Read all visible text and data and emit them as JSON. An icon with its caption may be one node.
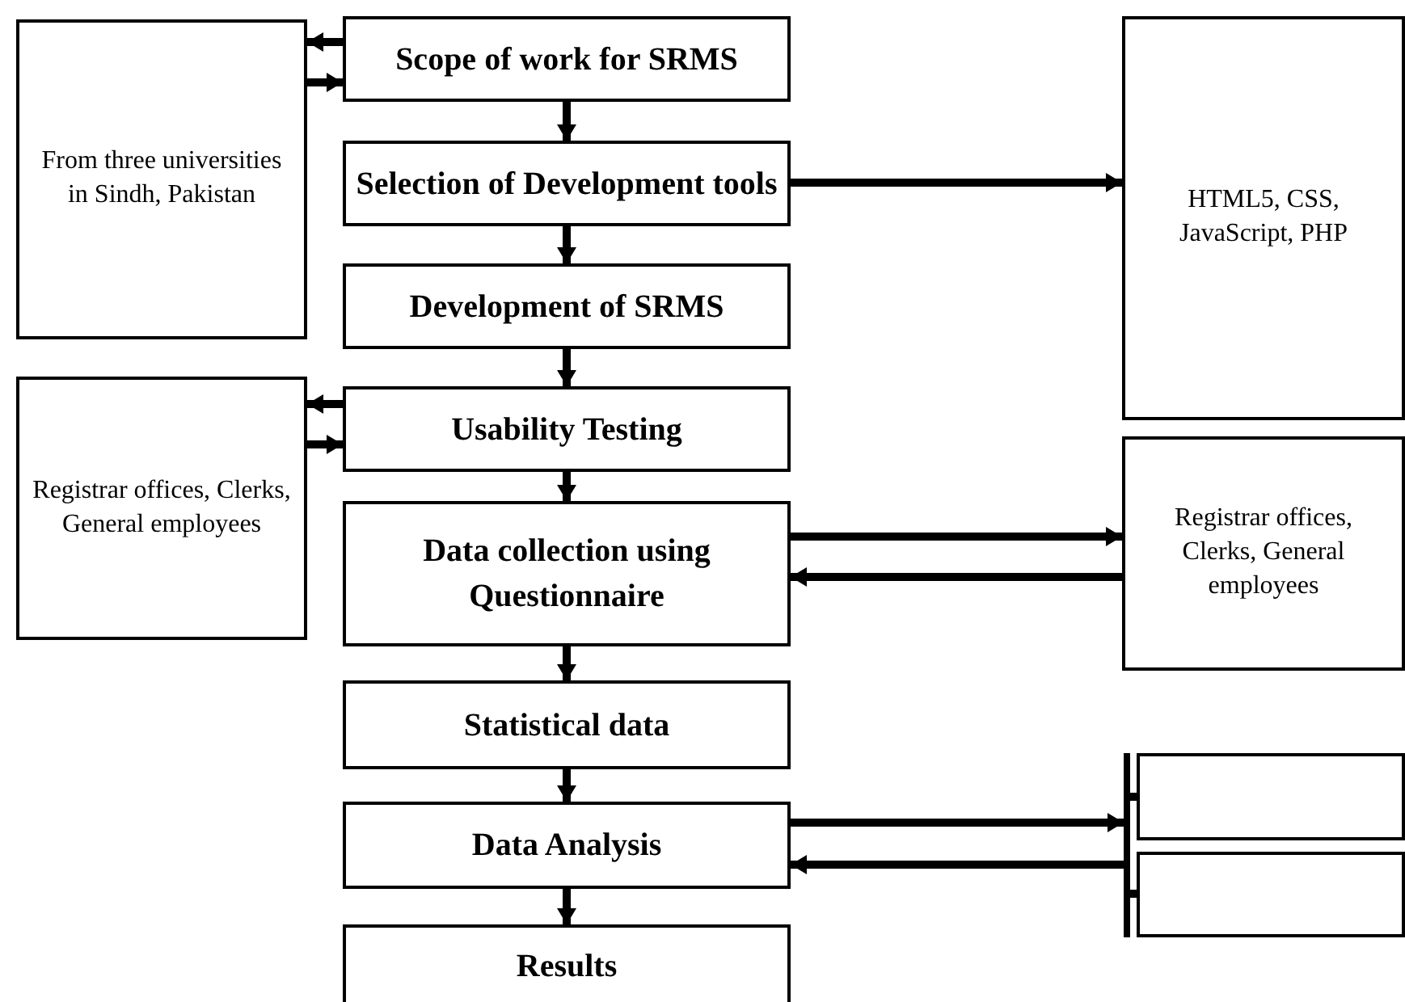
{
  "diagram": {
    "nodes": [
      {
        "text": [
          "From three universities in Sindh, Pakistan"
        ]
      },
      {
        "text": [
          "Scope of work for SRMS"
        ]
      },
      {
        "text": [
          "Selection of Development tools"
        ]
      },
      {
        "text": [
          "Development of SRMS"
        ]
      },
      {
        "text": [
          "Usability Testing"
        ]
      },
      {
        "text": [
          "Registrar offices, Clerks, General employees"
        ]
      },
      {
        "text": [
          "Data collection using Questionnaire"
        ]
      },
      {
        "text": [
          "Statistical data"
        ]
      },
      {
        "text": [
          "Data Analysis"
        ]
      },
      {
        "text": [
          "Results"
        ]
      },
      {
        "text": [
          "HTML5, CSS, JavaScript, PHP"
        ]
      },
      {
        "text": [
          "Registrar offices, Clerks, General employees"
        ]
      },
      {
        "text": [],
        "shape": "bar"
      },
      {
        "text": [],
        "shape": "box"
      },
      {
        "text": [],
        "shape": "box"
      }
    ],
    "edges": [
      {
        "from": 1,
        "to": 0,
        "arrow": "to"
      },
      {
        "from": 0,
        "to": 1,
        "arrow": "to"
      },
      {
        "from": 1,
        "to": 2,
        "arrow": "to"
      },
      {
        "from": 2,
        "to": 10,
        "arrow": "to"
      },
      {
        "from": 2,
        "to": 3,
        "arrow": "to"
      },
      {
        "from": 3,
        "to": 4,
        "arrow": "to"
      },
      {
        "from": 4,
        "to": 5,
        "arrow": "to"
      },
      {
        "from": 5,
        "to": 4,
        "arrow": "to"
      },
      {
        "from": 4,
        "to": 6,
        "arrow": "to"
      },
      {
        "from": 6,
        "to": 11,
        "arrow": "to"
      },
      {
        "from": 11,
        "to": 6,
        "arrow": "to"
      },
      {
        "from": 6,
        "to": 7,
        "arrow": "to"
      },
      {
        "from": 7,
        "to": 8,
        "arrow": "to"
      },
      {
        "from": 8,
        "to": 12,
        "arrow": "to"
      },
      {
        "from": 12,
        "to": 8,
        "arrow": "to"
      },
      {
        "from": 12,
        "to": 13,
        "arrow": "none"
      },
      {
        "from": 12,
        "to": 14,
        "arrow": "none"
      },
      {
        "from": 8,
        "to": 9,
        "arrow": "to"
      }
    ]
  }
}
